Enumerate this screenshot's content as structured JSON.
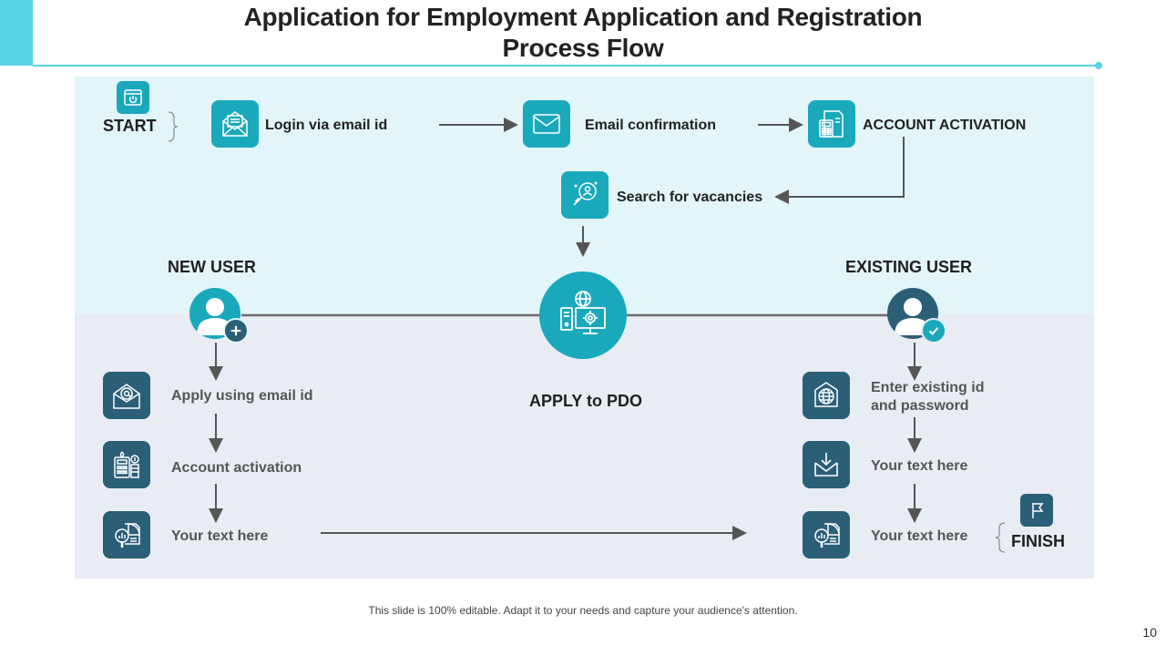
{
  "title": {
    "line1": "Application for Employment Application and Registration",
    "line2": "Process Flow"
  },
  "colors": {
    "accent": "#5bd3e6",
    "teal": "#1aa9bb",
    "navy": "#2b5f78",
    "band_top": "#e2f6fa",
    "band_bottom": "#e7edf3"
  },
  "flow": {
    "start_label": "START",
    "login_label": "Login via email id",
    "email_confirm_label": "Email confirmation",
    "account_activation_label": "ACCOUNT ACTIVATION",
    "search_label": "Search for vacancies",
    "center_label": "APPLY to PDO",
    "finish_label": "FINISH"
  },
  "new_user": {
    "header": "NEW USER",
    "steps": [
      {
        "label": "Apply using email id",
        "icon": "email-at-icon"
      },
      {
        "label": "Account activation",
        "icon": "calculator-icon"
      },
      {
        "label": "Your text here",
        "icon": "analysis-icon"
      }
    ]
  },
  "existing_user": {
    "header": "EXISTING USER",
    "steps": [
      {
        "label_line1": "Enter existing id",
        "label_line2": "and password",
        "icon": "globe-icon"
      },
      {
        "label": "Your text here",
        "icon": "inbox-download-icon"
      },
      {
        "label": "Your text here",
        "icon": "analysis-icon"
      }
    ]
  },
  "footer": "This slide is 100% editable. Adapt it to your needs and capture your audience's attention.",
  "page_number": "10"
}
